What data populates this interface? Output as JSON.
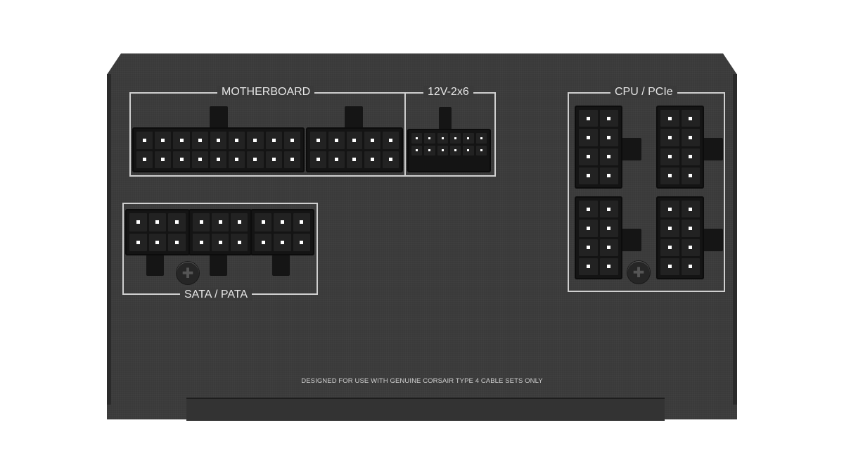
{
  "labels": {
    "motherboard": "MOTHERBOARD",
    "gpu_power": "12V-2x6",
    "cpu_pcie": "CPU / PCIe",
    "sata_pata": "SATA / PATA"
  },
  "notice": "DESIGNED FOR USE WITH GENUINE CORSAIR TYPE 4 CABLE SETS ONLY",
  "colors": {
    "panel": "#3a3a3a",
    "connector": "#141414",
    "label": "#e6e6e6"
  }
}
